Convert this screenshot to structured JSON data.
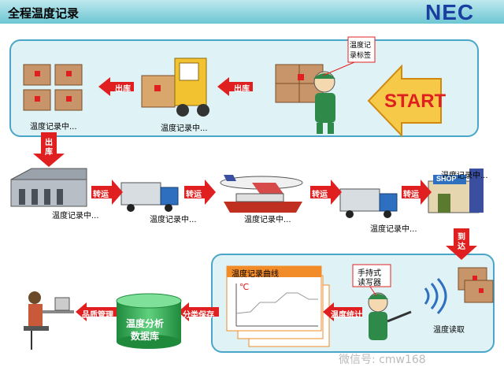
{
  "header": {
    "title": "全程温度记录",
    "logo": "NEC",
    "colors": {
      "bar_top": "#4db8c8",
      "bar_bottom": "#bfe8ee",
      "logo": "#1a3fa0"
    }
  },
  "labels": {
    "recording": "温度记录中...",
    "start": "START",
    "temp_label_tag": [
      "温度记",
      "录标签"
    ],
    "outbound": "出库",
    "outbound_vertical": [
      "出",
      "库"
    ],
    "transfer": "转运",
    "arrive": [
      "到",
      "达"
    ],
    "shop": "SHOP",
    "temp_read": "温度读取",
    "handheld": [
      "手持式",
      "读写器"
    ],
    "temp_stats": "温度统计",
    "classify_save": "分类保存",
    "quality_mgmt": "品质管理",
    "chart_title": "温度记录曲线",
    "celsius": "℃",
    "database": [
      "温度分析",
      "数据库"
    ],
    "watermark": "微信号: cmw168"
  },
  "colors": {
    "arrow_red": "#e02020",
    "panel_fill": "#dff3f6",
    "panel_border": "#4aa6c9",
    "start_arrow": "#f7c948",
    "db_green": "#2fa84f"
  }
}
